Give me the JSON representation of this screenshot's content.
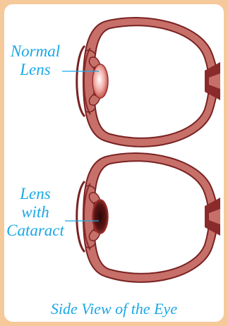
{
  "labels": {
    "normal_lens_line1": "Normal",
    "normal_lens_line2": "Lens",
    "cataract_line1": "Lens",
    "cataract_line2": "with",
    "cataract_line3": "Cataract"
  },
  "caption": "Side View of the Eye",
  "colors": {
    "frame": "#f6c99a",
    "eye_outline": "#8a2a2a",
    "eye_fill": "#c7706a",
    "label_text": "#1aa8e6"
  }
}
